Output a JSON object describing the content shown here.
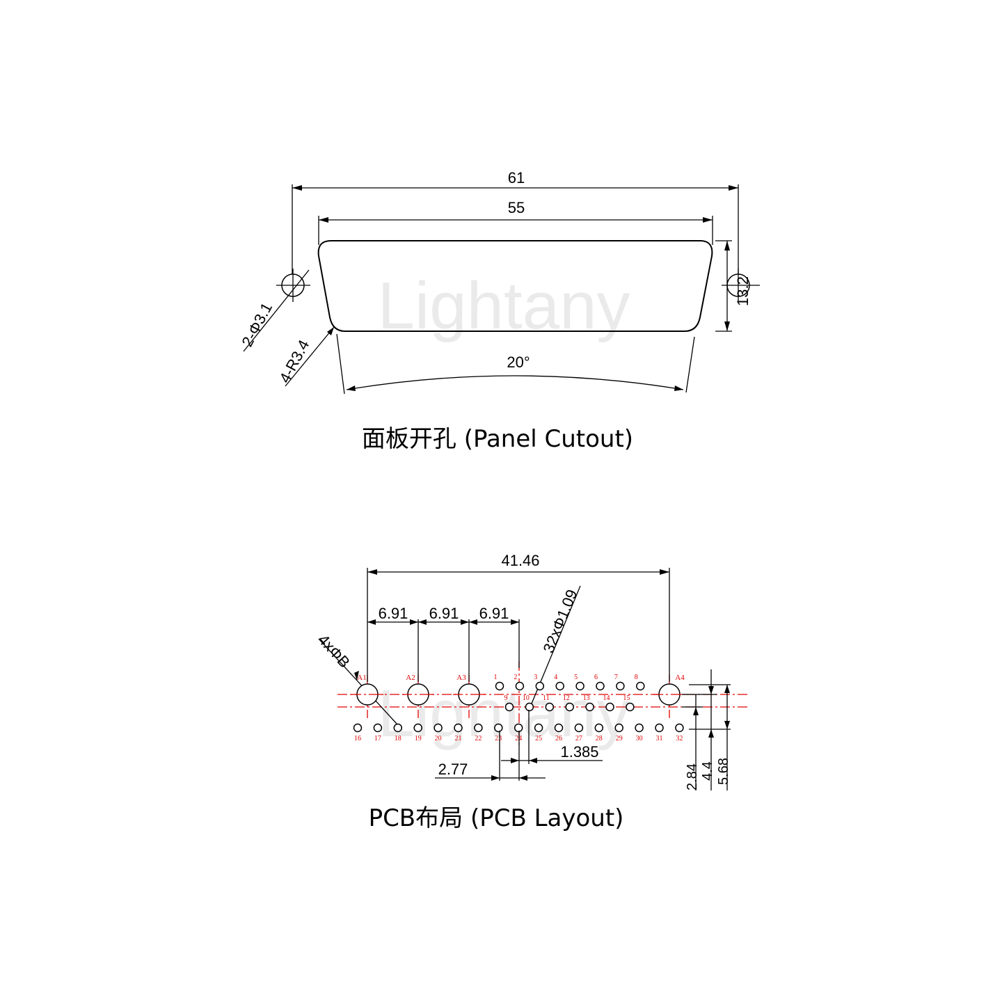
{
  "watermark": "Lightany",
  "panel": {
    "caption": "面板开孔 (Panel Cutout)",
    "dim_total": "61",
    "dim_cutout": "55",
    "dim_hole": "2-Φ3.1",
    "dim_radius": "4-R3.4",
    "dim_angle": "20°",
    "dim_height": "13.2"
  },
  "pcb": {
    "caption": "PCB布局 (PCB Layout)",
    "dim_span": "41.46",
    "dim_pitch_1": "6.91",
    "dim_pitch_2": "6.91",
    "dim_pitch_3": "6.91",
    "dim_big_holes": "4xΦB",
    "dim_small_holes": "32xΦ1.09",
    "dim_pin_pitch": "2.77",
    "dim_half_pitch": "1.385",
    "dim_row_1": "2.84",
    "dim_row_2": "4.4",
    "dim_row_3": "5.68",
    "big_pins": [
      "A1",
      "A2",
      "A3",
      "A4"
    ],
    "row1": [
      "1",
      "2",
      "3",
      "4",
      "5",
      "6",
      "7",
      "8"
    ],
    "row2": [
      "9",
      "10",
      "11",
      "12",
      "13",
      "14",
      "15"
    ],
    "row3": [
      "16",
      "17",
      "18",
      "19",
      "20",
      "21",
      "22",
      "23",
      "24",
      "25",
      "26",
      "27",
      "28",
      "29",
      "30",
      "31",
      "32"
    ]
  }
}
